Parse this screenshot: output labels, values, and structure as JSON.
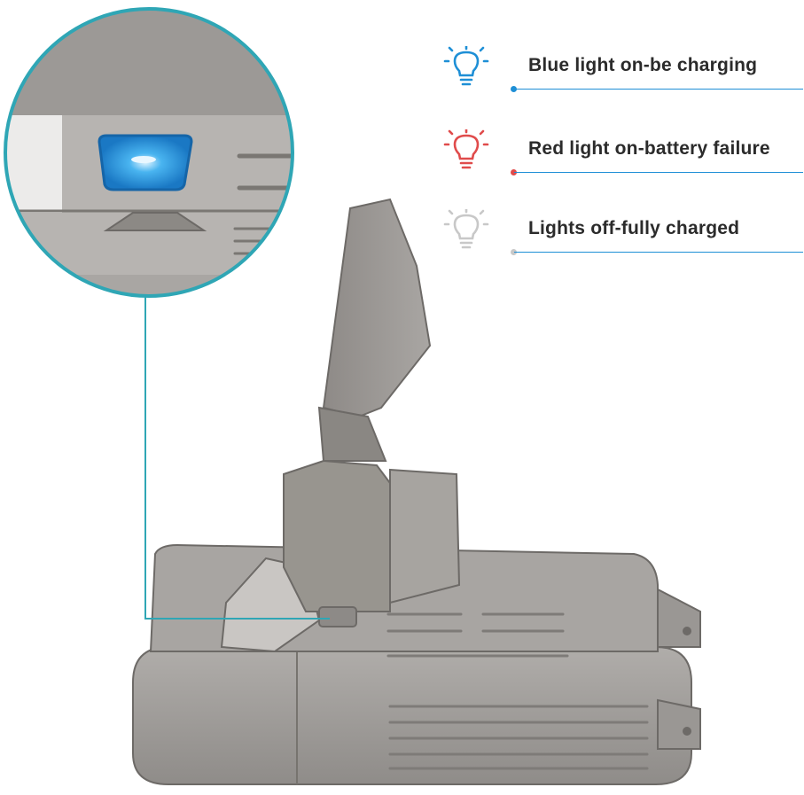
{
  "legend": {
    "items": [
      {
        "label": "Blue light on-be charging",
        "color": "#1e8fd6",
        "icon": "lightbulb-icon"
      },
      {
        "label": "Red light on-battery failure",
        "color": "#e04b4b",
        "icon": "lightbulb-icon"
      },
      {
        "label": "Lights off-fully charged",
        "color": "#c8c8c8",
        "icon": "lightbulb-icon"
      }
    ]
  },
  "colors": {
    "accent_teal": "#2fa6b5",
    "battery_body": "#a09d9a",
    "battery_dark": "#7d7a77",
    "led_blue": "#1e8fd6"
  }
}
